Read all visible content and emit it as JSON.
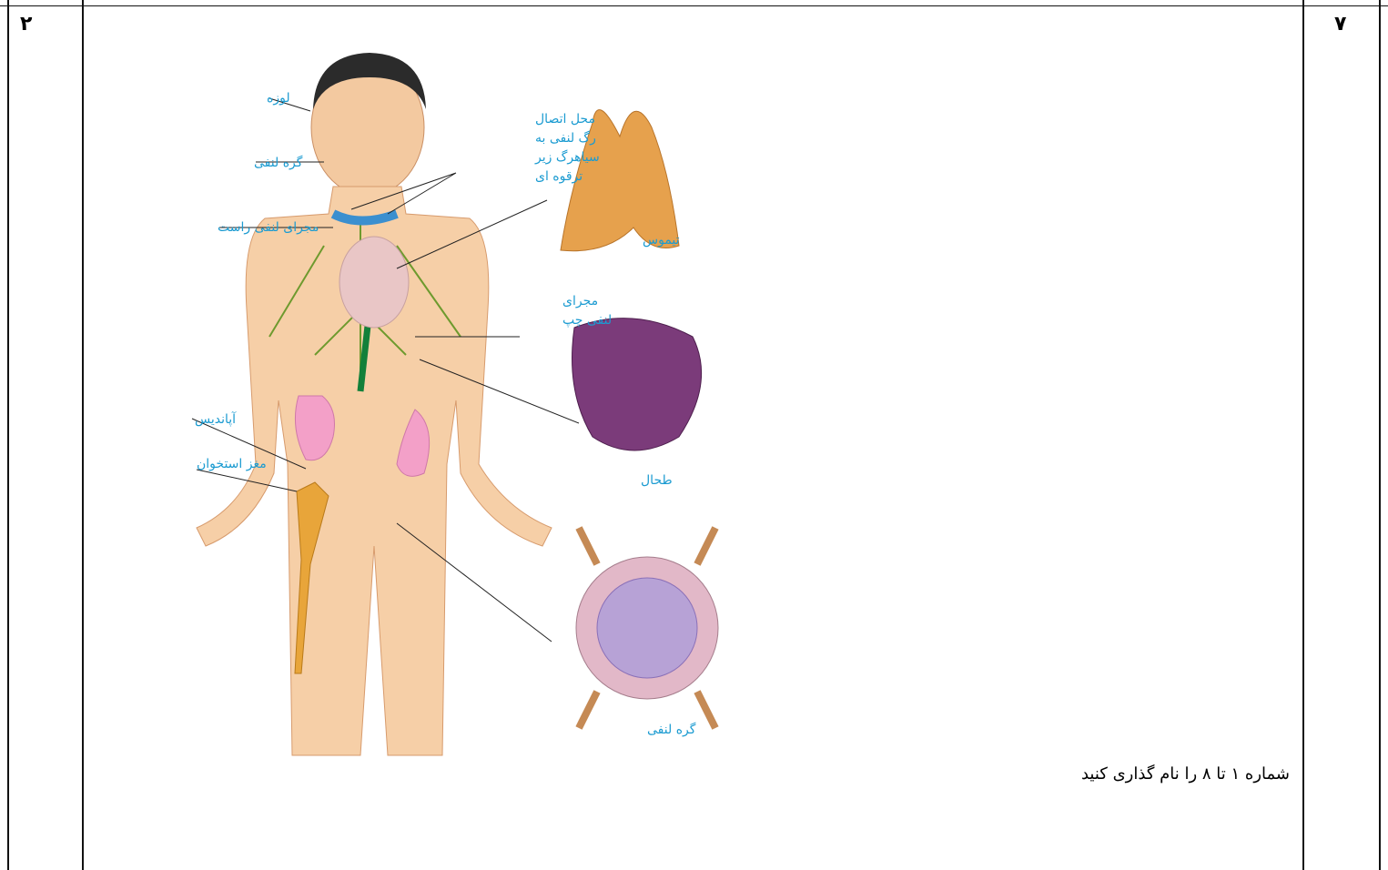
{
  "header": {
    "row_number": "۷",
    "score": "۲"
  },
  "question": {
    "instruction": "شماره ۱ تا ۸ را نام گذاری کنید"
  },
  "figure": {
    "labels": {
      "tonsil": "لوزه",
      "lymph_node_neck": "گره لنفی",
      "junction_line1": "محل اتصال",
      "junction_line2": "رگ لنفی به",
      "junction_line3": "سیاهرگ زیر",
      "junction_line4": "ترقوه ای",
      "right_duct": "مجرای لنفی راست",
      "thymus": "تیموس",
      "left_duct_line1": "مجرای",
      "left_duct_line2": "لنفی چپ",
      "appendix": "آپاندیس",
      "bone_marrow": "مغز استخوان",
      "spleen": "طحال",
      "lymph_node": "گره لنفی"
    }
  }
}
